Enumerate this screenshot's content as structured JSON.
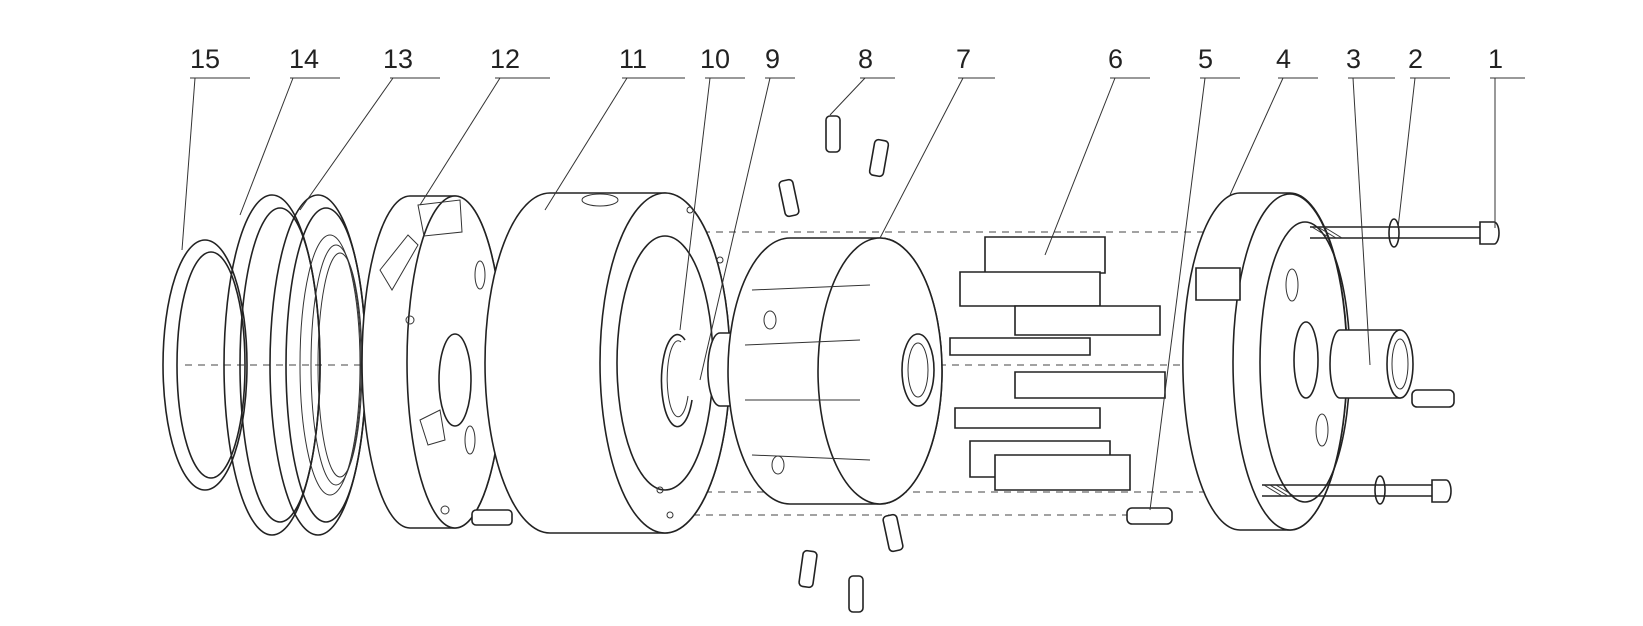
{
  "callouts": [
    {
      "id": "15",
      "label": "15"
    },
    {
      "id": "14",
      "label": "14"
    },
    {
      "id": "13",
      "label": "13"
    },
    {
      "id": "12",
      "label": "12"
    },
    {
      "id": "11",
      "label": "11"
    },
    {
      "id": "10",
      "label": "10"
    },
    {
      "id": "9",
      "label": "9"
    },
    {
      "id": "8",
      "label": "8"
    },
    {
      "id": "7",
      "label": "7"
    },
    {
      "id": "6",
      "label": "6"
    },
    {
      "id": "5",
      "label": "5"
    },
    {
      "id": "4",
      "label": "4"
    },
    {
      "id": "3",
      "label": "3"
    },
    {
      "id": "2",
      "label": "2"
    },
    {
      "id": "1",
      "label": "1"
    }
  ]
}
